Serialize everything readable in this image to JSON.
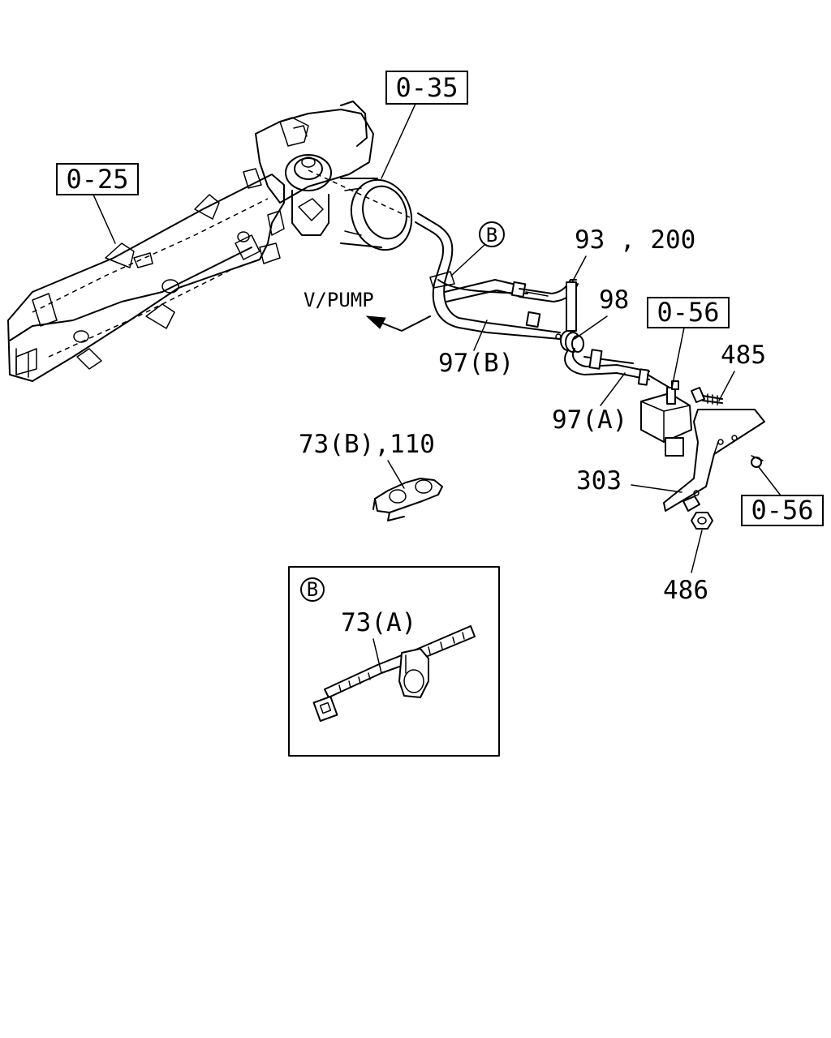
{
  "refs": {
    "r035": "0-35",
    "r025": "0-25",
    "r056_top": "0-56",
    "r056_bottom": "0-56"
  },
  "parts": {
    "p93": "93 , 200",
    "p98": "98",
    "p485": "485",
    "p97b": "97(B)",
    "p97a": "97(A)",
    "p303": "303",
    "p486": "486",
    "p73b": "73(B),110",
    "p73a": "73(A)"
  },
  "markers": {
    "callout_b": "B",
    "detail_b": "B"
  },
  "direction": {
    "vpump": "V/PUMP"
  }
}
